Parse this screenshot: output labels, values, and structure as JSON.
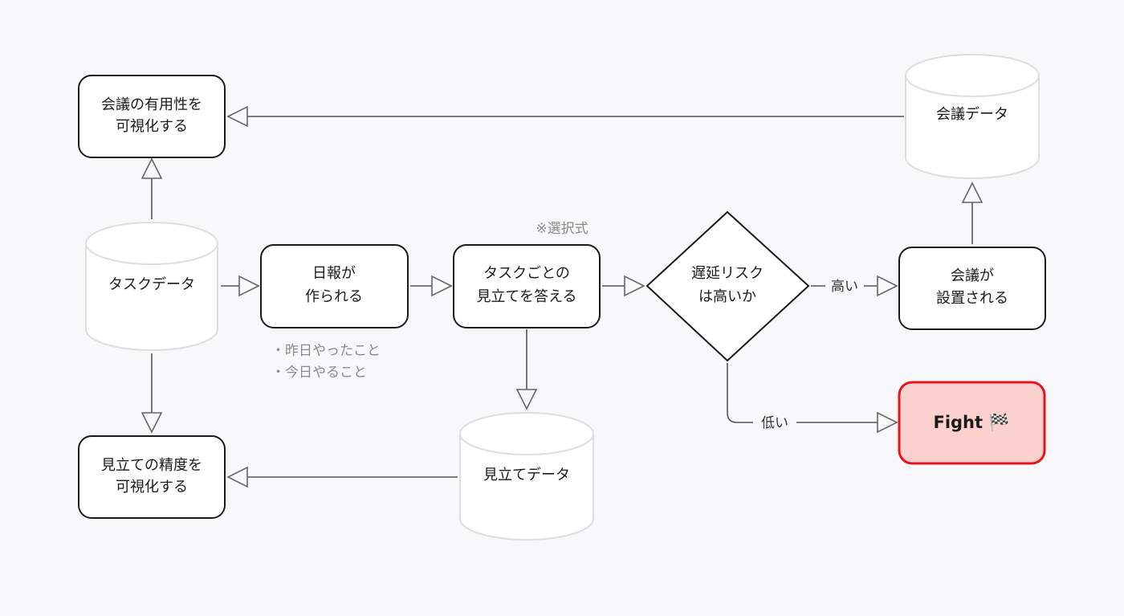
{
  "nodes": {
    "meeting_usefulness": {
      "line1": "会議の有用性を",
      "line2": "可視化する"
    },
    "meeting_data": {
      "label": "会議データ"
    },
    "task_data": {
      "label": "タスクデータ"
    },
    "daily_report": {
      "line1": "日報が",
      "line2": "作られる"
    },
    "estimate_answer": {
      "line1": "タスクごとの",
      "line2": "見立てを答える"
    },
    "delay_risk": {
      "line1": "遅延リスク",
      "line2": "は高いか"
    },
    "meeting_scheduled": {
      "line1": "会議が",
      "line2": "設置される"
    },
    "fight": {
      "label": "Fight 🏁"
    },
    "estimate_data": {
      "label": "見立てデータ"
    },
    "estimate_accuracy": {
      "line1": "見立ての精度を",
      "line2": "可視化する"
    }
  },
  "notes": {
    "choice": "※選択式",
    "report_item1": "・昨日やったこと",
    "report_item2": "・今日やること"
  },
  "edges": {
    "high": "高い",
    "low": "低い"
  },
  "colors": {
    "background": "#f8f8fa",
    "node_fill": "#ffffff",
    "node_stroke": "#1a1a1a",
    "db_stroke": "#dedede",
    "fight_fill": "#fdd0d0",
    "fight_stroke": "#e8141b"
  }
}
